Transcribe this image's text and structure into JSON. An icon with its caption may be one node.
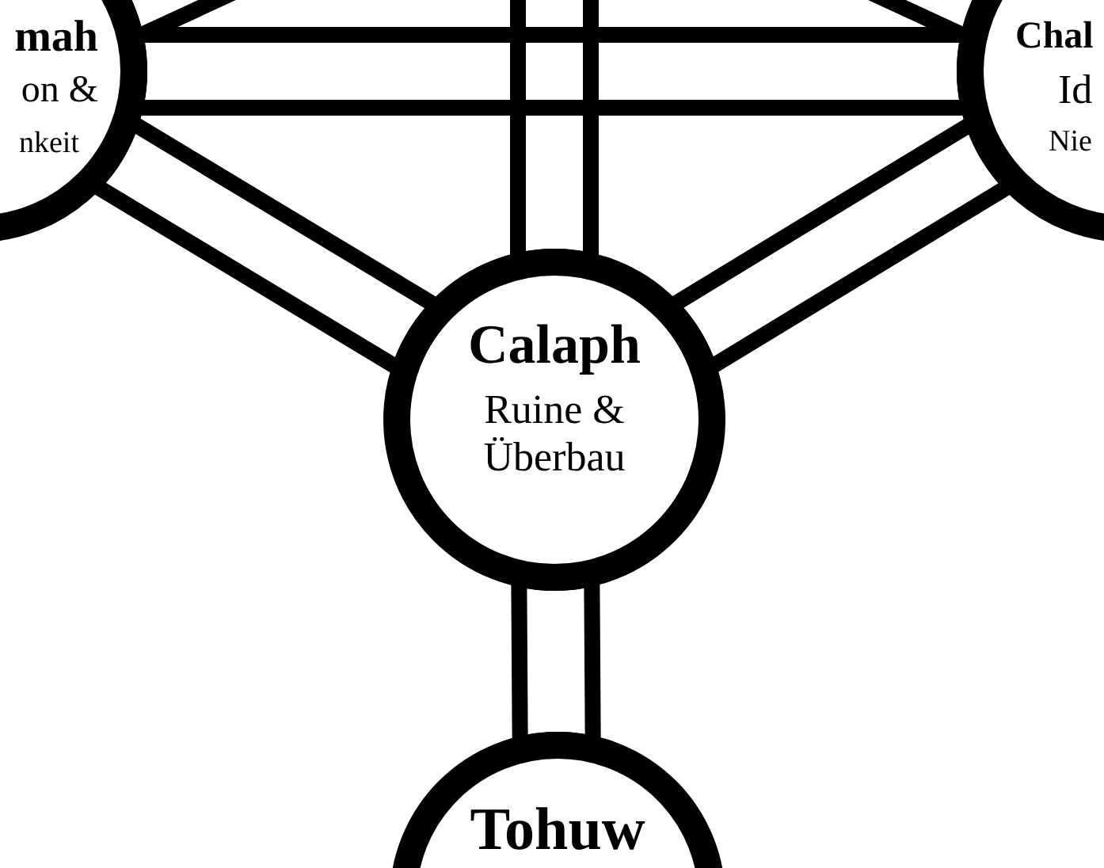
{
  "diagram": {
    "nodes": [
      {
        "text": [
          "mah",
          "on &",
          "nkeit"
        ]
      },
      {
        "text": [
          "Chal",
          "Id",
          "Nie"
        ]
      },
      {
        "text": [
          "Calaph",
          "Ruine & Überbau"
        ]
      },
      {
        "text": [
          "Tohuw"
        ]
      }
    ],
    "edges": [
      {
        "from": 0,
        "to": 1,
        "arrow": "none"
      },
      {
        "from": 0,
        "to": 2,
        "arrow": "none"
      },
      {
        "from": 1,
        "to": 2,
        "arrow": "none"
      },
      {
        "from": 2,
        "to": 3,
        "arrow": "none"
      },
      {
        "from": null,
        "to": 0,
        "arrow": "none"
      },
      {
        "from": null,
        "to": 1,
        "arrow": "none"
      },
      {
        "from": null,
        "to": 2,
        "arrow": "none"
      }
    ]
  }
}
